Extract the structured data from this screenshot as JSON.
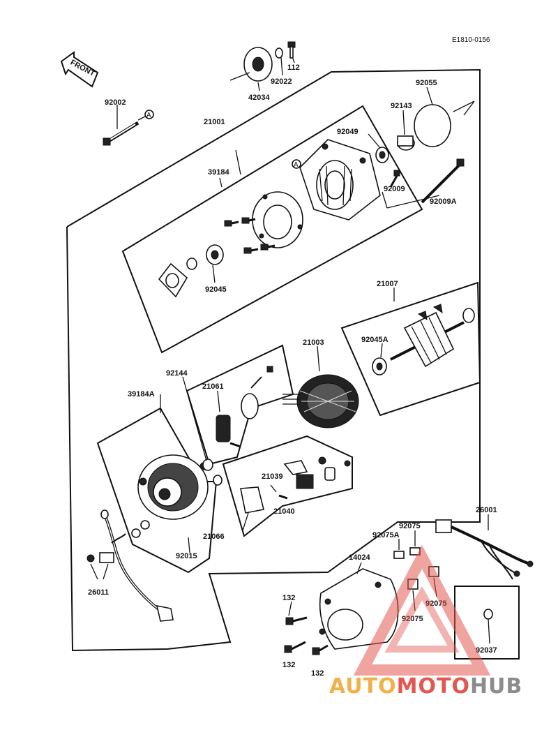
{
  "diagram_code": "E1810-0156",
  "front_label": "FRONT",
  "circle_marker": "A",
  "part_labels": {
    "p112": "112",
    "p92022": "92022",
    "p42034": "42034",
    "p92002": "92002",
    "p21001": "21001",
    "p92055": "92055",
    "p92143": "92143",
    "p92049": "92049",
    "p39184": "39184",
    "p92009": "92009",
    "p92009A": "92009A",
    "p92045": "92045",
    "p21007": "21007",
    "p92045A": "92045A",
    "p21003": "21003",
    "p92144": "92144",
    "p21061": "21061",
    "p39184A": "39184A",
    "p21039": "21039",
    "p21040": "21040",
    "p21066": "21066",
    "p92015": "92015",
    "p26011": "26011",
    "p92075_top": "92075",
    "p92075A": "92075A",
    "p26001": "26001",
    "p14024": "14024",
    "p132_a": "132",
    "p132_b": "132",
    "p132_c": "132",
    "p92075_l": "92075",
    "p92075_r": "92075",
    "p92037": "92037"
  },
  "watermark": {
    "part1": "AUTO",
    "part2": "MOTO",
    "part3": "HUB",
    "color1": "#f2b04a",
    "color2": "#e2574f",
    "color3": "#8c8c8c"
  }
}
